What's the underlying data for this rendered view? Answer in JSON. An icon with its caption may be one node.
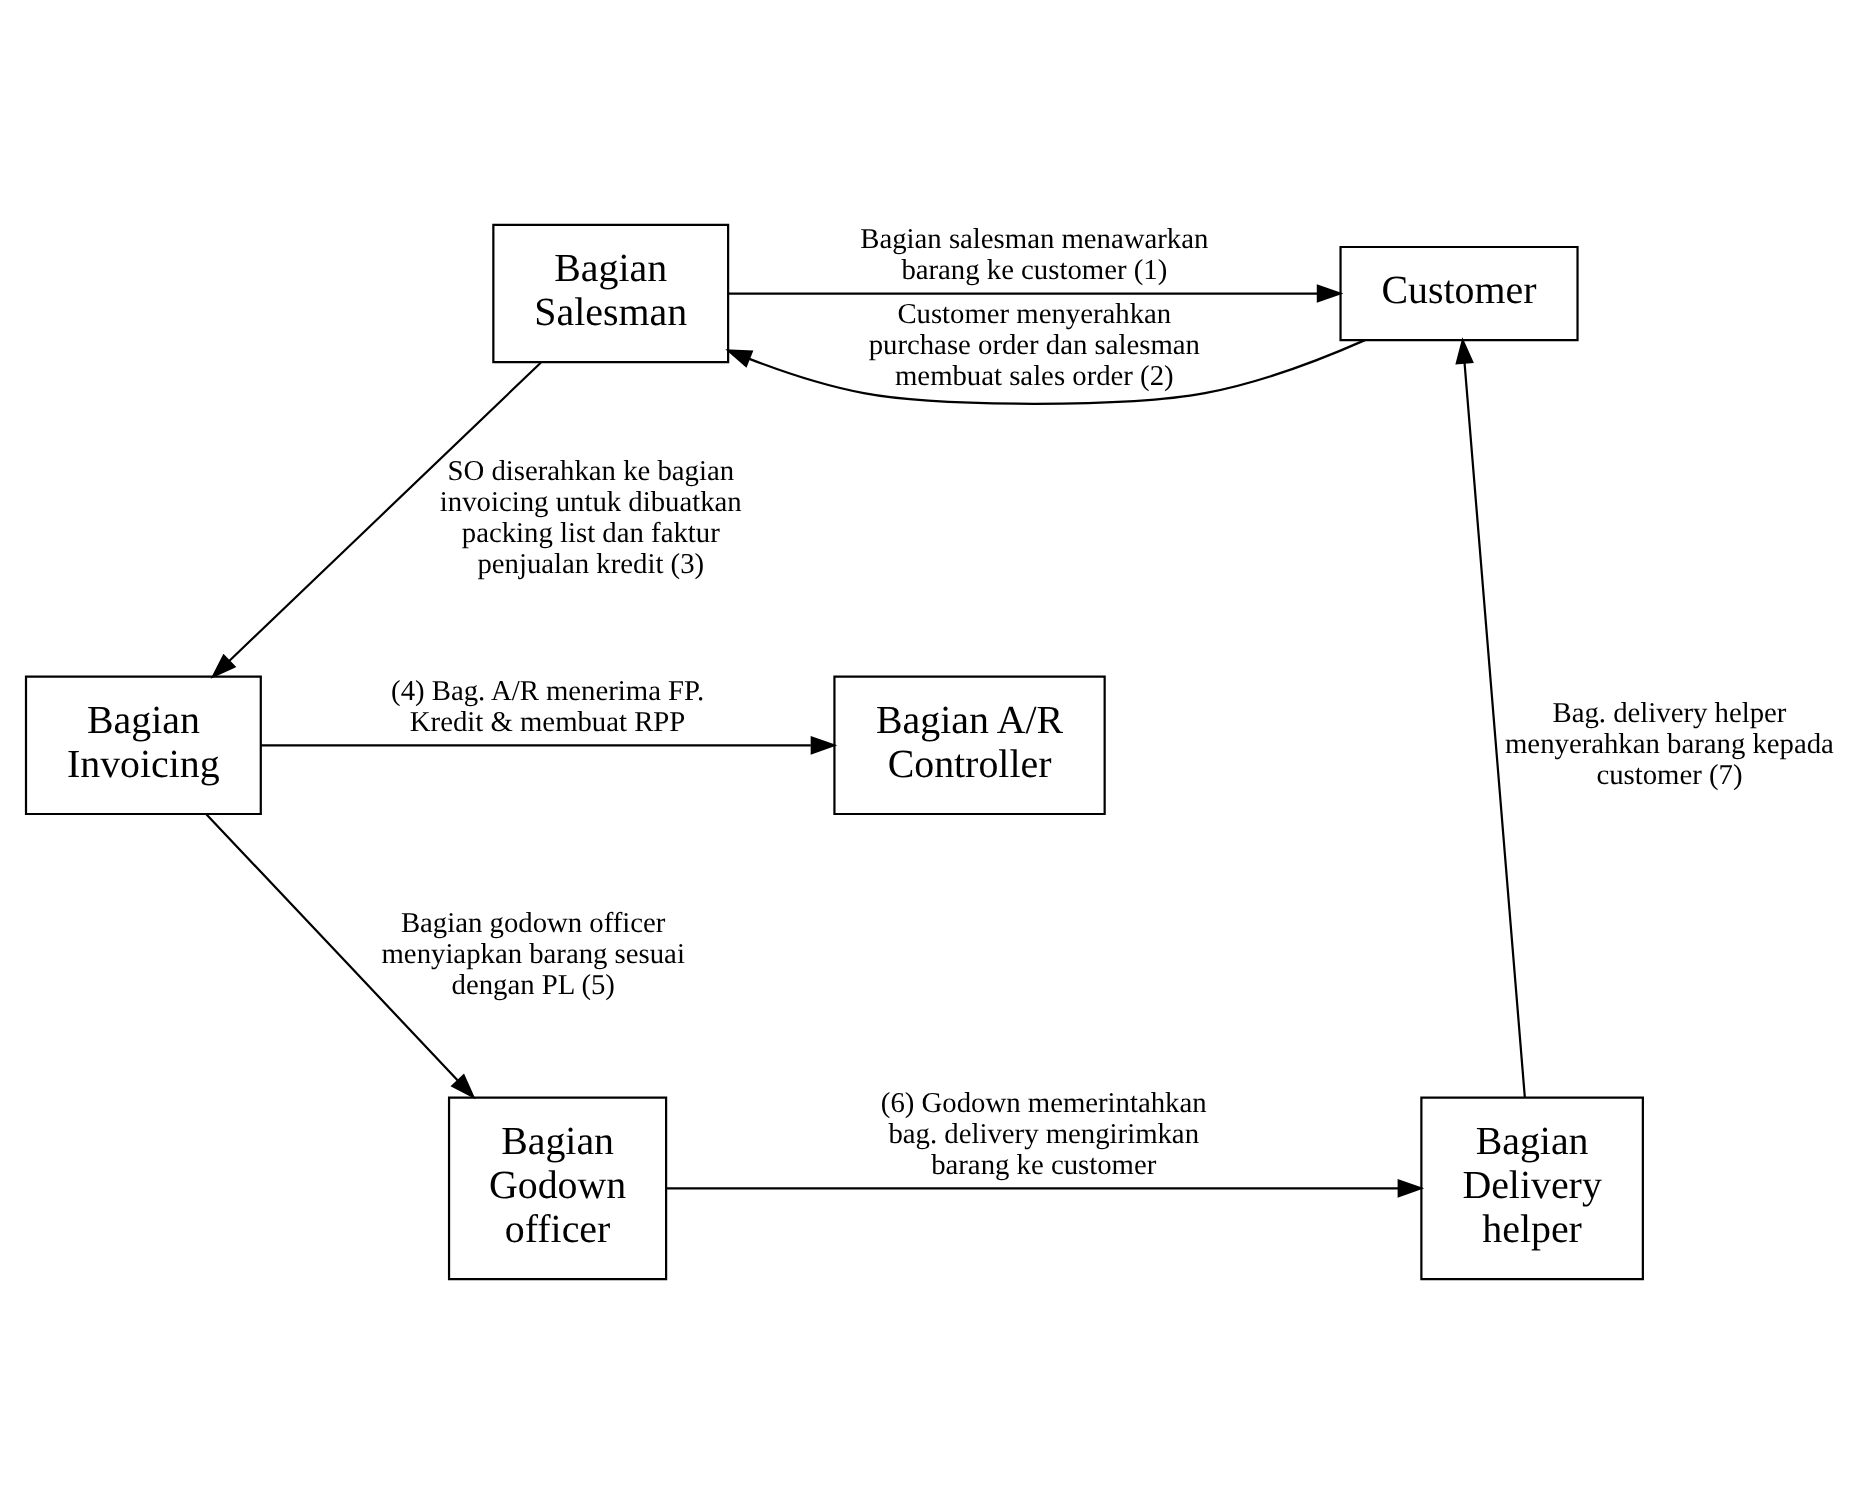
{
  "diagram": {
    "nodes": [
      {
        "text": [
          "Bagian Salesman"
        ]
      },
      {
        "text": [
          "Customer"
        ]
      },
      {
        "text": [
          "Bagian Invoicing"
        ]
      },
      {
        "text": [
          "Bagian A/R Controller"
        ]
      },
      {
        "text": [
          "Bagian Godown officer"
        ]
      },
      {
        "text": [
          "Bagian Delivery helper"
        ]
      }
    ],
    "edges": [
      {
        "from": 1,
        "to": 0,
        "arrow": "to",
        "label": "Customer menyerahkan purchase order dan salesman membuat sales order (2)"
      },
      {
        "from": 0,
        "to": 1,
        "arrow": "to",
        "label": "Bagian salesman menawarkan barang ke customer (1)"
      },
      {
        "from": 0,
        "to": 2,
        "arrow": "to",
        "label": "SO diserahkan ke bagian invoicing untuk dibuatkan packing list dan faktur penjualan kredit (3)"
      },
      {
        "from": 2,
        "to": 3,
        "arrow": "to",
        "label": "(4) Bag. A/R menerima FP. Kredit & membuat RPP"
      },
      {
        "from": 2,
        "to": 4,
        "arrow": "to",
        "label": "Bagian godown officer menyiapkan barang sesuai dengan PL (5)"
      },
      {
        "from": 4,
        "to": 5,
        "arrow": "to",
        "label": "(6) Godown memerintahkan bag. delivery mengirimkan barang ke customer"
      },
      {
        "from": 5,
        "to": 1,
        "arrow": "to",
        "label": "Bag. delivery helper menyerahkan barang kepada customer (7)"
      }
    ]
  }
}
